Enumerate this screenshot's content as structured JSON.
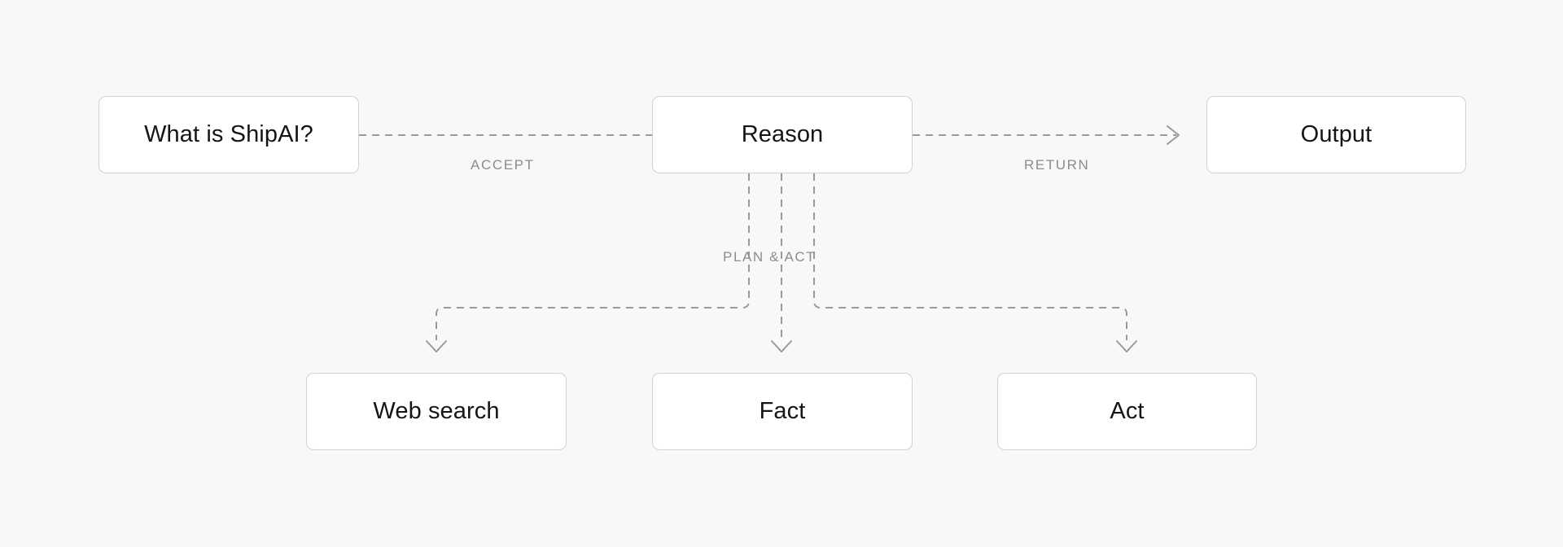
{
  "diagram": {
    "title": "ShipAI agent reasoning flow",
    "background_color": "#f8f8f8",
    "node_fill": "#ffffff",
    "node_border_color": "#d2d2d2",
    "node_text_color": "#151515",
    "edge_color": "#9a9a9e",
    "edge_label_color": "#8c8c90",
    "edge_style": "dashed",
    "nodes": [
      {
        "id": "question",
        "label": "What is ShipAI?"
      },
      {
        "id": "reason",
        "label": "Reason"
      },
      {
        "id": "output",
        "label": "Output"
      },
      {
        "id": "websearch",
        "label": "Web search"
      },
      {
        "id": "fact",
        "label": "Fact"
      },
      {
        "id": "act",
        "label": "Act"
      }
    ],
    "edges": [
      {
        "id": "accept",
        "from": "question",
        "to": "reason",
        "label": "ACCEPT",
        "arrowhead": false
      },
      {
        "id": "return",
        "from": "reason",
        "to": "output",
        "label": "RETURN",
        "arrowhead": true
      },
      {
        "id": "plan-act",
        "from": "reason",
        "to": "websearch",
        "label": "PLAN & ACT",
        "arrowhead": true
      },
      {
        "id": "plan-act-fact",
        "from": "reason",
        "to": "fact",
        "label": "",
        "arrowhead": true
      },
      {
        "id": "plan-act-act",
        "from": "reason",
        "to": "act",
        "label": "",
        "arrowhead": true
      }
    ]
  }
}
